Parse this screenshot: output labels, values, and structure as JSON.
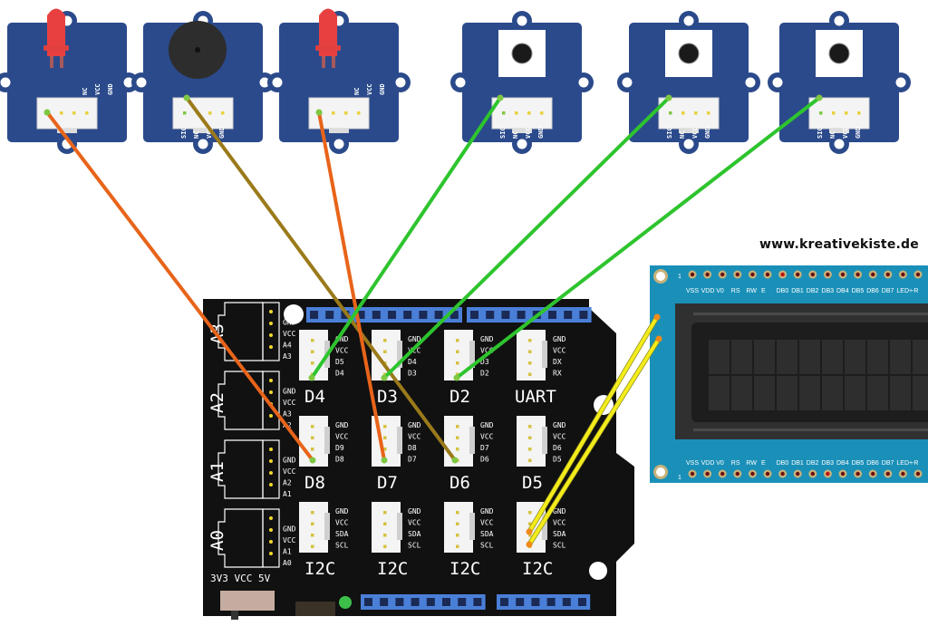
{
  "website": "www.kreativekiste.de",
  "colors": {
    "module_board": "#2b4a8b",
    "shield_board": "#111111",
    "header_blue": "#4a7fd8",
    "lcd_board": "#1a90b8",
    "lcd_screen": "#2b2b2b",
    "wire_orange": "#e8641a",
    "wire_olive": "#9a7a1a",
    "wire_green": "#2ec42e",
    "wire_yellow": "#f4ec1a",
    "power_led": "#3cc04a"
  },
  "modules": [
    {
      "type": "LED",
      "pins": [
        "NC",
        "VCC",
        "GND"
      ],
      "led_color": "red"
    },
    {
      "type": "Buzzer",
      "pins": [
        "SIG",
        "NC",
        "VCC",
        "GND"
      ]
    },
    {
      "type": "LED",
      "pins": [
        "NC",
        "VCC",
        "GND"
      ],
      "led_color": "red"
    },
    {
      "type": "Button",
      "pins": [
        "SIG",
        "NC",
        "VCC",
        "GND"
      ]
    },
    {
      "type": "Button",
      "pins": [
        "SIG",
        "NC",
        "VCC",
        "GND"
      ]
    },
    {
      "type": "Button",
      "pins": [
        "SIG",
        "NC",
        "VCC",
        "GND"
      ]
    }
  ],
  "shield": {
    "analog_ports": [
      {
        "name": "A3",
        "pins": [
          "GND",
          "VCC",
          "A4",
          "A3"
        ]
      },
      {
        "name": "A2",
        "pins": [
          "GND",
          "VCC",
          "A3",
          "A2"
        ]
      },
      {
        "name": "A1",
        "pins": [
          "GND",
          "VCC",
          "A2",
          "A1"
        ]
      },
      {
        "name": "A0",
        "pins": [
          "GND",
          "VCC",
          "A1",
          "A0"
        ]
      }
    ],
    "digital_ports_row1": [
      {
        "name": "D4",
        "pins": [
          "GND",
          "VCC",
          "D5",
          "D4"
        ]
      },
      {
        "name": "D3",
        "pins": [
          "GND",
          "VCC",
          "D4",
          "D3"
        ]
      },
      {
        "name": "D2",
        "pins": [
          "GND",
          "VCC",
          "D3",
          "D2"
        ]
      },
      {
        "name": "UART",
        "pins": [
          "GND",
          "VCC",
          "DX",
          "RX"
        ]
      }
    ],
    "digital_ports_row2": [
      {
        "name": "D8",
        "pins": [
          "GND",
          "VCC",
          "D9",
          "D8"
        ]
      },
      {
        "name": "D7",
        "pins": [
          "GND",
          "VCC",
          "D8",
          "D7"
        ]
      },
      {
        "name": "D6",
        "pins": [
          "GND",
          "VCC",
          "D7",
          "D6"
        ]
      },
      {
        "name": "D5",
        "pins": [
          "GND",
          "VCC",
          "D6",
          "D5"
        ]
      }
    ],
    "i2c_ports": [
      {
        "name": "I2C",
        "pins": [
          "GND",
          "VCC",
          "SDA",
          "SCL"
        ]
      },
      {
        "name": "I2C",
        "pins": [
          "GND",
          "VCC",
          "SDA",
          "SCL"
        ]
      },
      {
        "name": "I2C",
        "pins": [
          "GND",
          "VCC",
          "SDA",
          "SCL"
        ]
      },
      {
        "name": "I2C",
        "pins": [
          "GND",
          "VCC",
          "SDA",
          "SCL"
        ]
      }
    ],
    "voltage_switch_label": "3V3  VCC  5V"
  },
  "lcd": {
    "pin1_marker": "1",
    "pins": [
      "VSS",
      "VDD",
      "V0",
      "RS",
      "RW",
      "E",
      "DB0",
      "DB1",
      "DB2",
      "DB3",
      "DB4",
      "DB5",
      "DB6",
      "DB7",
      "LED+",
      "-R"
    ]
  },
  "connections": [
    {
      "from": "LED 1",
      "to": "D8",
      "color": "orange"
    },
    {
      "from": "Buzzer",
      "to": "D6",
      "color": "olive"
    },
    {
      "from": "LED 2",
      "to": "D7",
      "color": "orange"
    },
    {
      "from": "Button 1",
      "to": "D4",
      "color": "green"
    },
    {
      "from": "Button 2",
      "to": "D3",
      "color": "green"
    },
    {
      "from": "Button 3",
      "to": "D2",
      "color": "green"
    },
    {
      "from": "LCD",
      "to": "I2C 4 SDA/SCL",
      "color": "yellow"
    }
  ]
}
